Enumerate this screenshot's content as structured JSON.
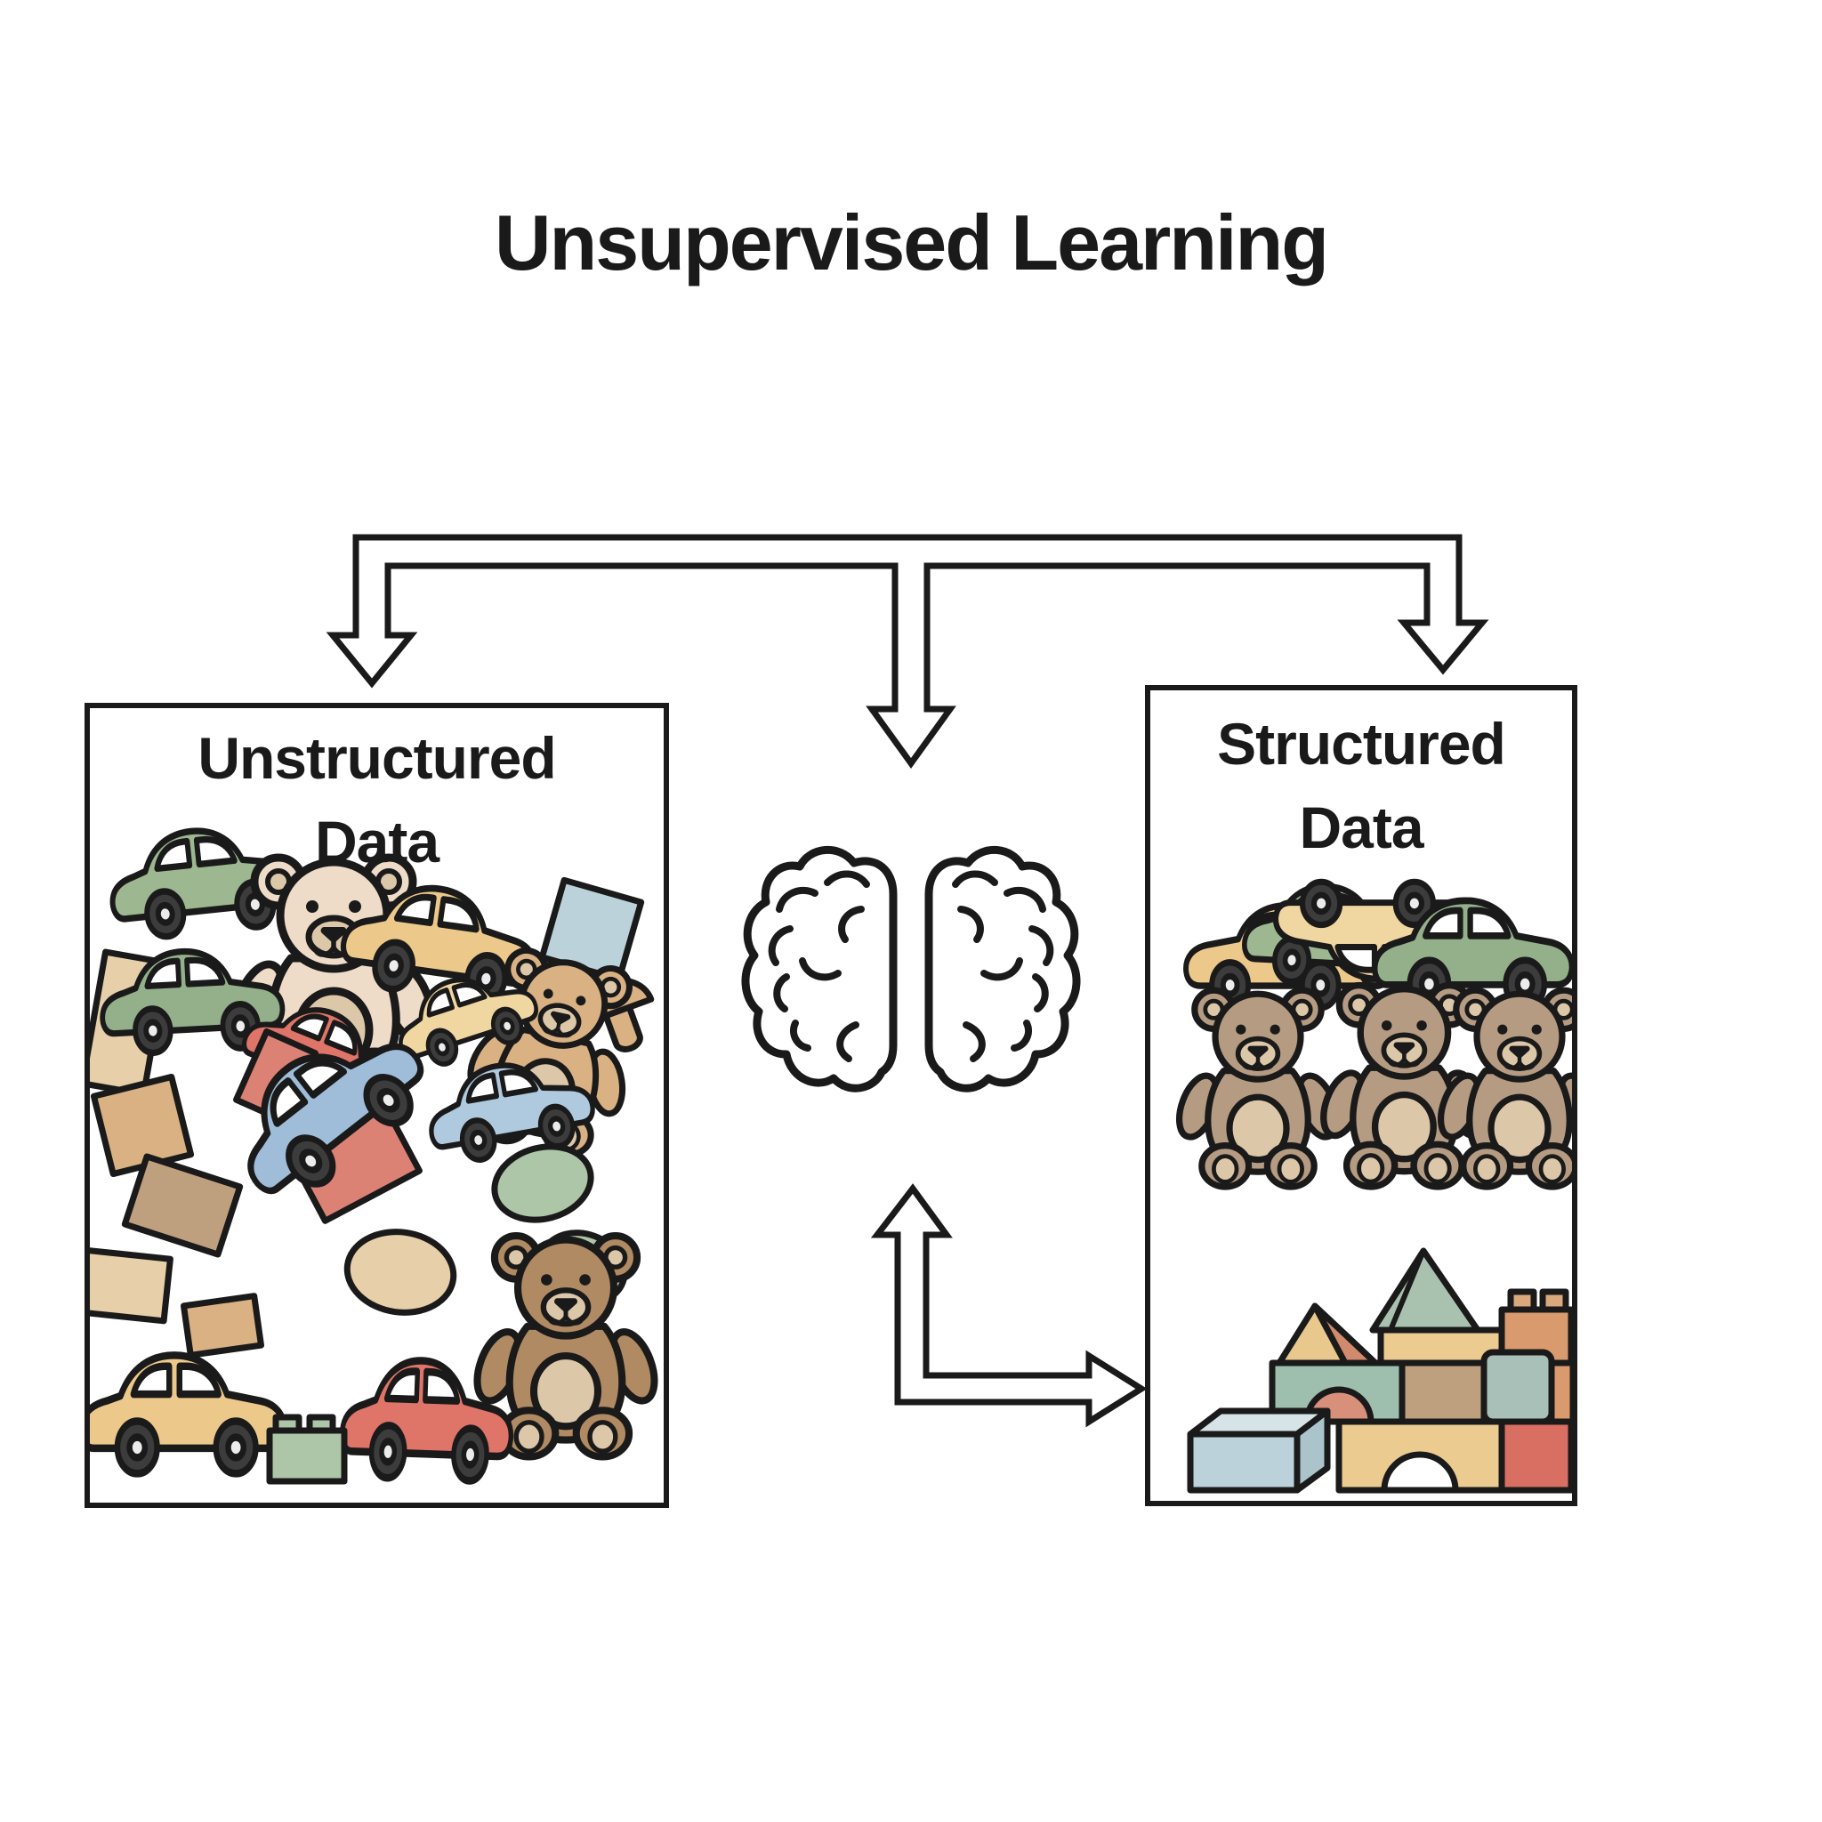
{
  "title": "Unsupervised Learning",
  "boxes": {
    "left": {
      "title_line1": "Unstructured",
      "title_line2": "Data",
      "icons": [
        "toy-car-icon",
        "teddy-bear-icon",
        "building-block-icon"
      ]
    },
    "right": {
      "title_line1": "Structured",
      "title_line2": "Data",
      "icons": [
        "toy-car-icon",
        "teddy-bear-icon",
        "building-block-icon"
      ]
    }
  },
  "center_icon": "brain-icon",
  "arrows": [
    "input-branch-arrow",
    "output-elbow-arrow"
  ],
  "palette": {
    "ink": "#1A1A1A",
    "paper": "#FFFFFF",
    "wheel_dark": "#3C3C3C",
    "wheel_hub": "#ECECEC",
    "toy_yellow": "#ECC98B",
    "toy_yellow_pale": "#F0D6A0",
    "toy_green": "#9DB791",
    "toy_green_dark": "#93B08B",
    "toy_sage": "#AEC6A8",
    "toy_red": "#DF7468",
    "toy_salmon": "#DB8274",
    "toy_blue": "#9FBDD8",
    "toy_blue_pale": "#AFC9DE",
    "toy_tan": "#D9B183",
    "toy_beige": "#E6CFA9",
    "toy_cream": "#EFDCC8",
    "bear_brown": "#B08A62",
    "bear_taupe": "#B59B82",
    "bear_light": "#DCC7A9",
    "block_teal": "#A9C0B8",
    "block_pale_blue": "#BCD2DA",
    "block_pale_blue_top": "#D6E3E7",
    "block_pale_blue_side": "#ABC4CC",
    "block_orange": "#D99A6E",
    "block_arch_fill": "#D9A87C",
    "block_red": "#D96E62",
    "block_tan": "#BFA07E",
    "castle_yellow": "#EBCB90",
    "castle_green": "#A9C2B0",
    "castle_arch_green": "#9FBFAE",
    "castle_roof_left": "#E8C88C",
    "castle_roof_left_dark": "#D18A6E",
    "arch_salmon": "#D9907A"
  }
}
